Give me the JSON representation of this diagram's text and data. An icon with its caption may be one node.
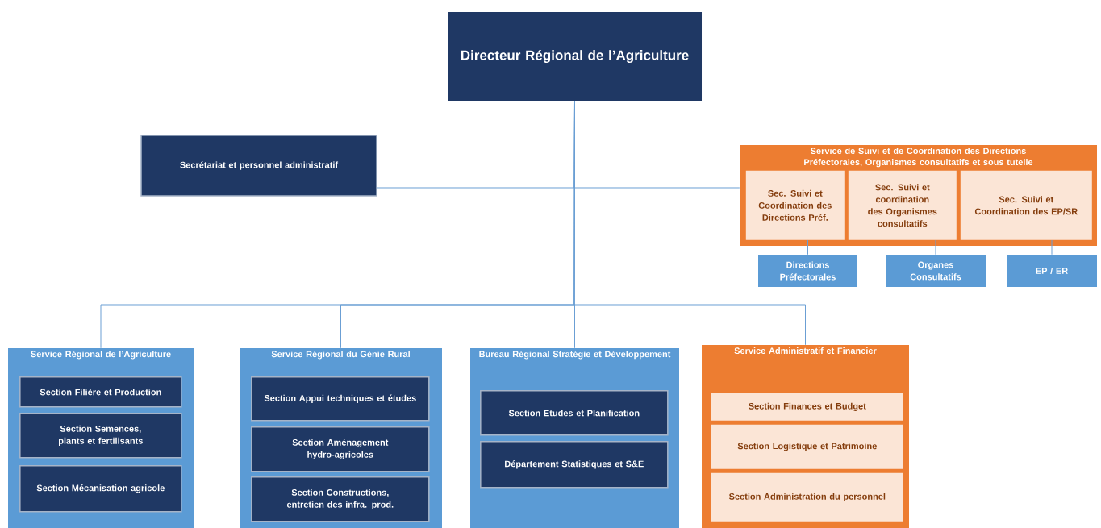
{
  "diagram": {
    "nodes": [
      {
        "text": [
          "Directeur Régional de l’Agriculture"
        ]
      },
      {
        "text": [
          "Secrétariat et personnel administratif"
        ]
      },
      {
        "text": [
          "Service de Suivi et de Coordination des Directions Préfectorales, Organismes consultatifs et sous tutelle"
        ]
      },
      {
        "text": [
          "Sec. Suivi et Coordination des Directions Préf."
        ],
        "in": 2
      },
      {
        "text": [
          "Sec. Suivi et coordination des Organismes consultatifs"
        ],
        "in": 2
      },
      {
        "text": [
          "Sec. Suivi et Coordination des EP/SR"
        ],
        "in": 2
      },
      {
        "text": [
          "Directions Préfectorales"
        ]
      },
      {
        "text": [
          "Organes Consultatifs"
        ]
      },
      {
        "text": [
          "EP / ER"
        ]
      },
      {
        "text": [
          "Service Régional de l’Agriculture"
        ]
      },
      {
        "text": [
          "Section Filière et Production"
        ],
        "in": 9
      },
      {
        "text": [
          "Section Semences, plants et fertilisants"
        ],
        "in": 9
      },
      {
        "text": [
          "Section Mécanisation agricole"
        ],
        "in": 9
      },
      {
        "text": [
          "Service Régional du Génie Rural"
        ]
      },
      {
        "text": [
          "Section Appui techniques et études"
        ],
        "in": 13
      },
      {
        "text": [
          "Section Aménagement hydro-agricoles"
        ],
        "in": 13
      },
      {
        "text": [
          "Section Constructions, entretien des infra. prod."
        ],
        "in": 13
      },
      {
        "text": [
          "Bureau Régional Stratégie et Développement"
        ]
      },
      {
        "text": [
          "Section Etudes et Planification"
        ],
        "in": 17
      },
      {
        "text": [
          "Département Statistiques et S&E"
        ],
        "in": 17
      },
      {
        "text": [
          "Service Administratif et Financier"
        ]
      },
      {
        "text": [
          "Section Finances et Budget"
        ],
        "in": 20
      },
      {
        "text": [
          "Section Logistique et Patrimoine"
        ],
        "in": 20
      },
      {
        "text": [
          "Section Administration du personnel"
        ],
        "in": 20
      }
    ],
    "edges": [
      {
        "from": 0,
        "to": 1,
        "arrow": "none"
      },
      {
        "from": 0,
        "to": 2,
        "arrow": "none"
      },
      {
        "from": 3,
        "to": 6,
        "arrow": "none"
      },
      {
        "from": 4,
        "to": 7,
        "arrow": "none"
      },
      {
        "from": 5,
        "to": 8,
        "arrow": "none"
      },
      {
        "from": 0,
        "to": 9,
        "arrow": "none"
      },
      {
        "from": 0,
        "to": 13,
        "arrow": "none"
      },
      {
        "from": 0,
        "to": 17,
        "arrow": "none"
      },
      {
        "from": 0,
        "to": 20,
        "arrow": "none"
      }
    ]
  }
}
